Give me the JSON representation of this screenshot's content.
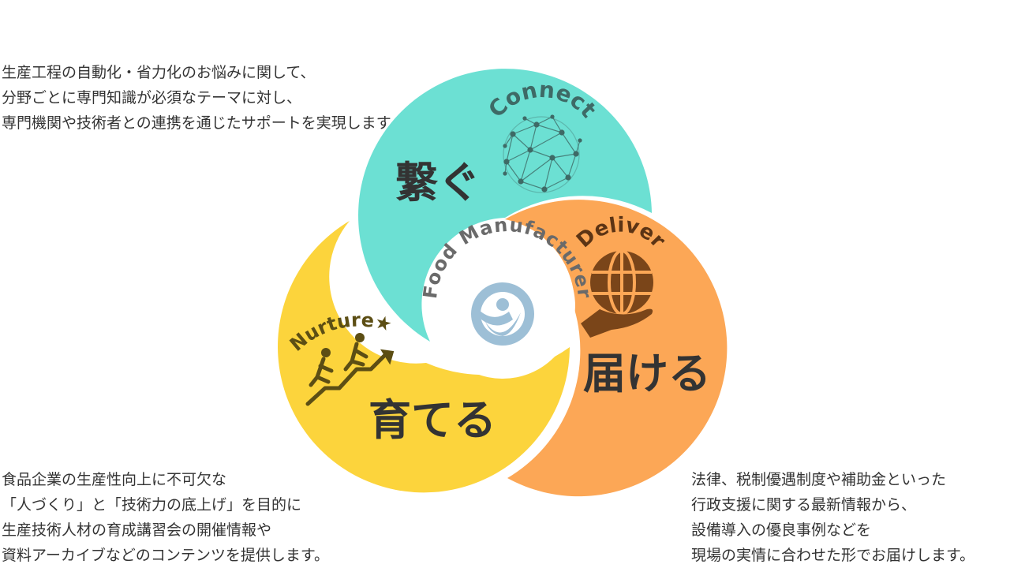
{
  "sections": {
    "connect": {
      "en_label": "Connect",
      "jp_title": "繋ぐ",
      "color": "#6ce0d3",
      "label_color": "#3e6a66",
      "description": [
        "生産工程の自動化・省力化のお悩みに関して、",
        "分野ごとに専門知識が必須なテーマに対し、",
        "専門機関や技術者との連携を通じたサポートを実現します。"
      ]
    },
    "nurture": {
      "en_label": "Nurture★",
      "jp_title": "育てる",
      "color": "#fcd43c",
      "label_color": "#5c4e14",
      "description": [
        "食品企業の生産性向上に不可欠な",
        "「人づくり」と「技術力の底上げ」を目的に",
        "生産技術人材の育成講習会の開催情報や",
        "資料アーカイブなどのコンテンツを提供します。"
      ]
    },
    "deliver": {
      "en_label": "Deliver",
      "jp_title": "届ける",
      "color": "#fca756",
      "label_color": "#5c3414",
      "description": [
        "法律、税制優遇制度や補助金といった",
        "行政支援に関する最新情報から、",
        "設備導入の優良事例などを",
        "現場の実情に合わせた形でお届けします。"
      ]
    }
  },
  "center": {
    "label": "Food Manufacturer",
    "logo_icon": "food-manufacturer-logo-icon",
    "logo_color": "#9dbfd6"
  },
  "icons": {
    "connect": "network-sphere-icon",
    "nurture": "climbing-people-arrow-icon",
    "deliver": "hand-holding-globe-icon"
  }
}
